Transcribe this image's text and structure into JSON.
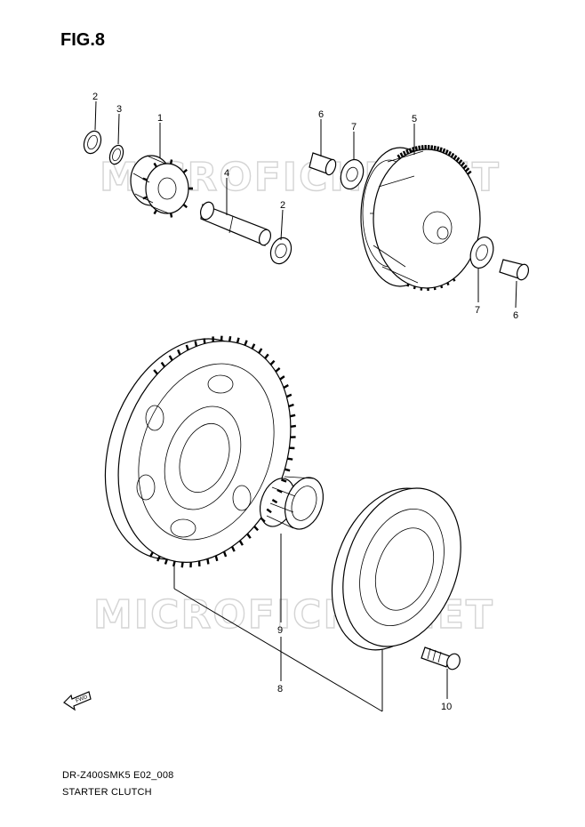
{
  "figure": {
    "title": "FIG.8",
    "code": "DR-Z400SMK5 E02_008",
    "name": "STARTER CLUTCH"
  },
  "watermark": {
    "text": "MICROFICHE.NET"
  },
  "callouts": {
    "c1": "1",
    "c2a": "2",
    "c2b": "2",
    "c3": "3",
    "c4": "4",
    "c5": "5",
    "c6a": "6",
    "c6b": "6",
    "c7a": "7",
    "c7b": "7",
    "c8": "8",
    "c9": "9",
    "c10": "10"
  },
  "fwd_arrow": {
    "label": "FWD"
  }
}
